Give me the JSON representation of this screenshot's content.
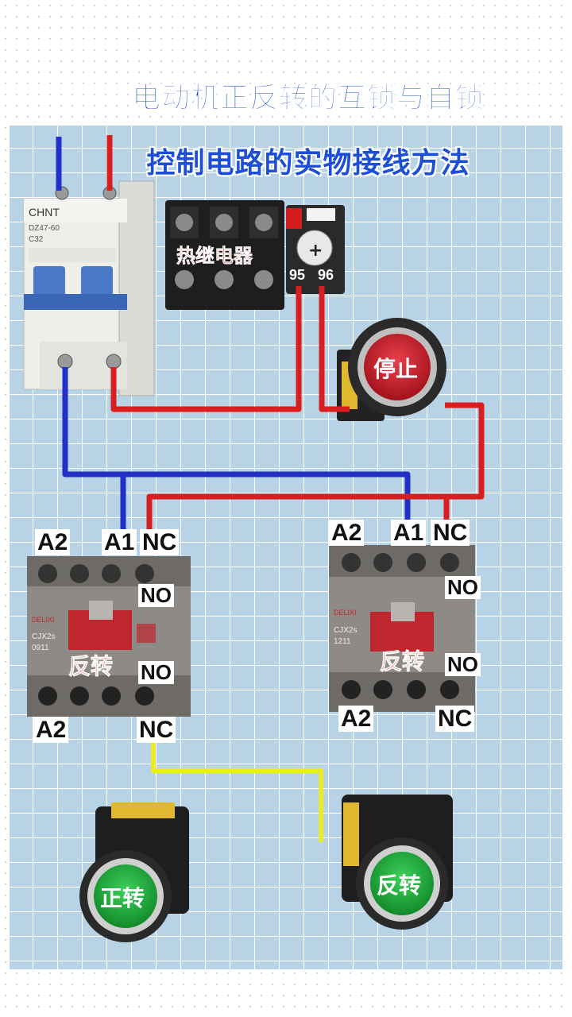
{
  "title": {
    "line1": "电动机正反转的互锁与自锁",
    "line2": "控制电路的实物接线方法"
  },
  "breaker": {
    "brand": "CHNT",
    "model": "DZ47-60",
    "rating": "C32"
  },
  "thermal_relay": {
    "label": "热继电器",
    "terminal_95": "95",
    "terminal_96": "96"
  },
  "stop_button": {
    "label": "停止"
  },
  "contactor_left": {
    "brand": "DELIXI",
    "model": "CJX2s",
    "code": "0911",
    "label": "反转",
    "top_a2": "A2",
    "top_a1": "A1",
    "top_nc": "NC",
    "mid_no": "NO",
    "lower_no": "NO",
    "bottom_a2": "A2",
    "bottom_nc": "NC"
  },
  "contactor_right": {
    "brand": "DELIXI",
    "model": "CJX2s",
    "code": "1211",
    "label": "反转",
    "top_a2": "A2",
    "top_a1": "A1",
    "top_nc": "NC",
    "mid_no": "NO",
    "lower_no": "NO",
    "bottom_a2": "A2",
    "bottom_nc": "NC"
  },
  "forward_button": {
    "label": "正转"
  },
  "reverse_button": {
    "label": "反转"
  },
  "colors": {
    "board": "#b8d3e6",
    "grid": "#ffffff",
    "wire_blue": "#2030c8",
    "wire_red": "#d81e1e",
    "wire_yellow": "#e8ea2a",
    "button_red": "#c9202a",
    "button_green": "#1fa13a",
    "title_blue": "#1d4fd6"
  }
}
